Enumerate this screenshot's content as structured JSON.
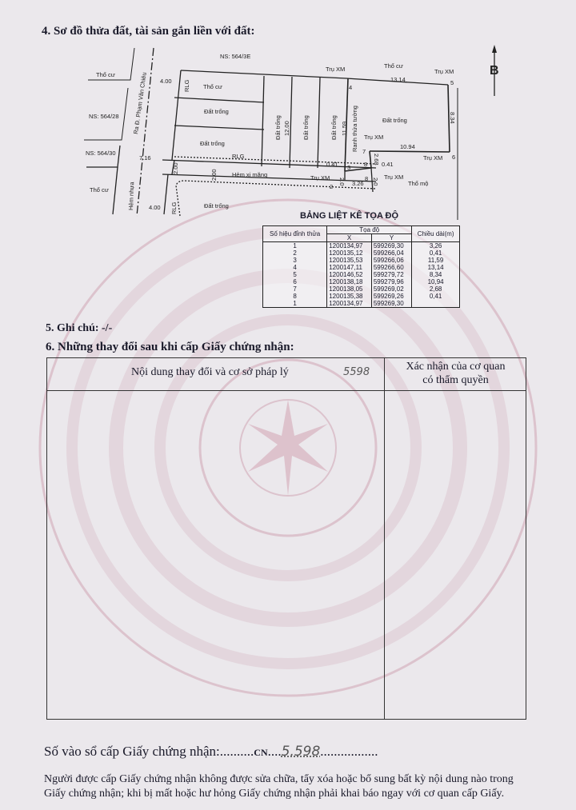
{
  "section4": {
    "title": "4. Sơ đồ thửa đất, tài sản gắn liền với đất:",
    "north_label": "B",
    "labels": {
      "ns_564_3e": "NS: 564/3E",
      "ns_564_28": "NS: 564/28",
      "ns_564_30": "NS: 564/30",
      "tho_cu_1": "Thổ cư",
      "tho_cu_2": "Thổ cư",
      "tho_cu_3": "Thổ cư",
      "tho_cu_top": "Thổ cư",
      "road": "Ra Đ. Phạm Văn Chiêu",
      "hem_nhua": "Hẻm nhựa",
      "hem_xi_mang": "Hẻm xi măng",
      "dat_trong_1": "Đất trống",
      "dat_trong_2": "Đất trống",
      "dat_trong_3": "Đất trống",
      "dat_trong_v1": "Đất trống",
      "dat_trong_v2": "Đất trống",
      "dat_trong_v3": "Đất trống",
      "dat_trong_main": "Đất trống",
      "tho_mo": "Thổ mộ",
      "ranh": "Ranh thửa tường",
      "rlg": "RLG",
      "tru_xm": "Trụ XM"
    },
    "dimensions": {
      "d400": "4.00",
      "d716": "7.16",
      "d200": "2.00",
      "d1200": "12.00",
      "d1159": "11.59",
      "d1314": "13.14",
      "d834": "8.34",
      "d1094": "10.94",
      "d268": "2.68",
      "d041": "0.41",
      "d326": "3.26",
      "d20": "2.0"
    },
    "points": [
      "1",
      "2",
      "3",
      "4",
      "5",
      "6",
      "7",
      "8"
    ]
  },
  "coordinate_table": {
    "title": "BẢNG LIỆT KÊ TỌA ĐỘ",
    "headers": {
      "point": "Số hiệu đỉnh thửa",
      "coord": "Tọa độ",
      "x": "X",
      "y": "Y",
      "length": "Chiều dài(m)"
    },
    "rows": [
      {
        "p": "1",
        "x": "1200134,97",
        "y": "599269,30",
        "len": "3,26"
      },
      {
        "p": "2",
        "x": "1200135,12",
        "y": "599266,04",
        "len": "0,41"
      },
      {
        "p": "3",
        "x": "1200135,53",
        "y": "599266,06",
        "len": "11,59"
      },
      {
        "p": "4",
        "x": "1200147,11",
        "y": "599266,60",
        "len": "13,14"
      },
      {
        "p": "5",
        "x": "1200146,52",
        "y": "599279,72",
        "len": "8,34"
      },
      {
        "p": "6",
        "x": "1200138,18",
        "y": "599279,96",
        "len": "10,94"
      },
      {
        "p": "7",
        "x": "1200138,05",
        "y": "599269,02",
        "len": "2,68"
      },
      {
        "p": "8",
        "x": "1200135,38",
        "y": "599269,26",
        "len": "0,41"
      },
      {
        "p": "1",
        "x": "1200134,97",
        "y": "599269,30",
        "len": ""
      }
    ]
  },
  "section5": {
    "title": "5. Ghi chú: -/-"
  },
  "section6": {
    "title": "6. Những thay đổi sau khi cấp Giấy chứng nhận:",
    "col1": "Nội dung thay đổi và cơ sở pháp lý",
    "col1_handwritten": "5598",
    "col2_line1": "Xác nhận của cơ quan",
    "col2_line2": "có thẩm quyền"
  },
  "footer": {
    "register_label": "Số vào sổ cấp Giấy chứng nhận:",
    "register_prefix": "CN",
    "register_number": "5.598",
    "note_line1": "Người được cấp Giấy chứng nhận không được sửa chữa, tẩy xóa hoặc bổ sung bất kỳ nội dung nào trong",
    "note_line2": "Giấy chứng nhận; khi bị mất hoặc hư hỏng Giấy chứng nhận phải khai báo ngay với cơ quan cấp Giấy."
  },
  "colors": {
    "paper": "#ebe8ec",
    "emblem": "#d9b8c4",
    "ink": "#1a1a2a"
  }
}
